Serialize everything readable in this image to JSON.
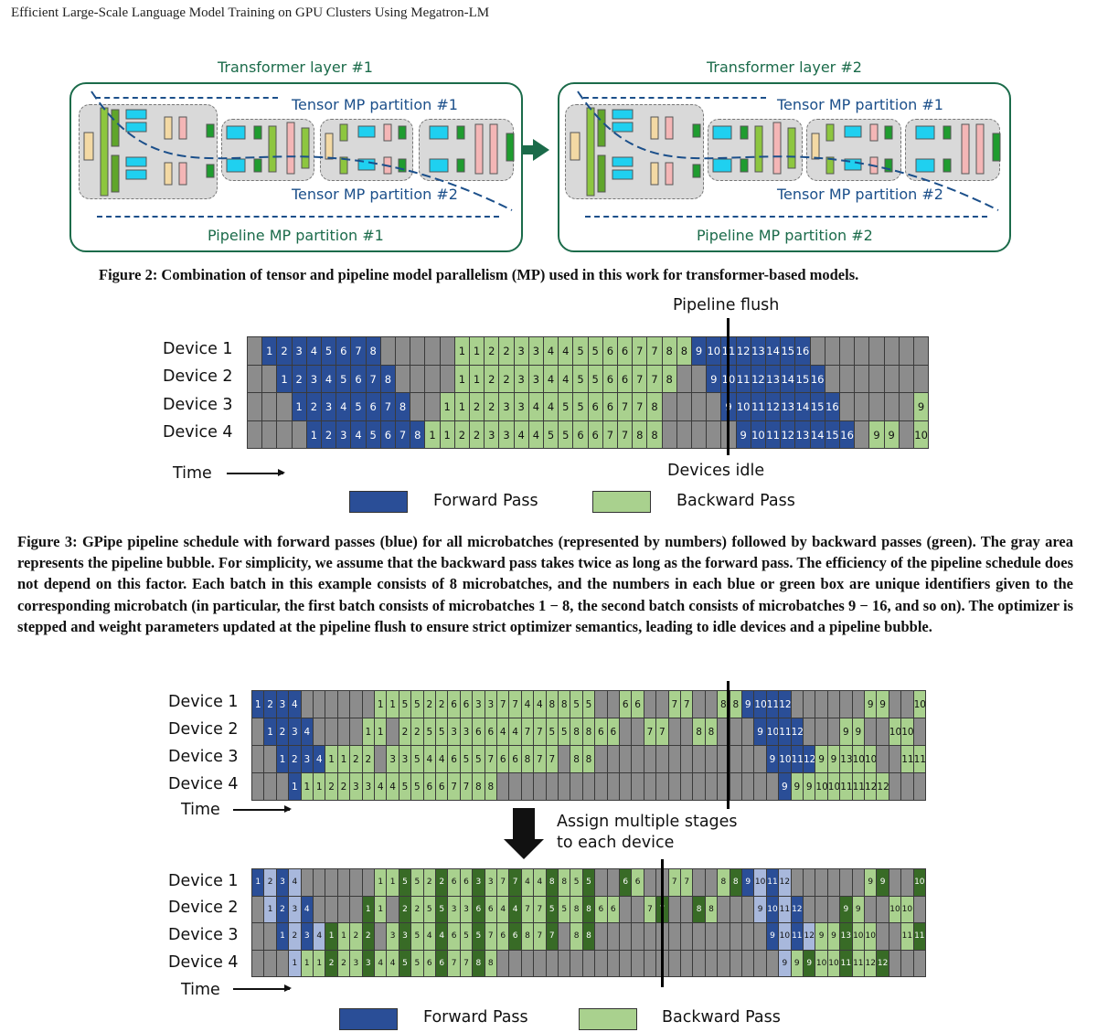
{
  "running_head": "Efficient Large-Scale Language Model Training on GPU Clusters Using Megatron-LM",
  "figure2": {
    "transformer_layer_1": "Transformer layer #1",
    "transformer_layer_2": "Transformer layer #2",
    "tensor_partition_1": "Tensor MP partition #1",
    "tensor_partition_2": "Tensor MP partition #2",
    "pipeline_partition_1": "Pipeline MP partition #1",
    "pipeline_partition_2": "Pipeline MP partition #2",
    "caption": "Figure 2: Combination of tensor and pipeline model parallelism (MP) used in this work for transformer-based models."
  },
  "figure3": {
    "pipeline_flush": "Pipeline flush",
    "devices_idle": "Devices idle",
    "time": "Time",
    "devices": [
      "Device 1",
      "Device 2",
      "Device 3",
      "Device 4"
    ],
    "legend_forward": "Forward Pass",
    "legend_backward": "Backward Pass",
    "caption": "Figure 3: GPipe pipeline schedule with forward passes (blue) for all microbatches (represented by numbers) followed by backward passes (green). The gray area represents the pipeline bubble. For simplicity, we assume that the backward pass takes twice as long as the forward pass. The efficiency of the pipeline schedule does not depend on this factor. Each batch in this example consists of 8 microbatches, and the numbers in each blue or green box are unique identifiers given to the corresponding microbatch (in particular, the first batch consists of microbatches 1 − 8, the second batch consists of microbatches 9 − 16, and so on). The optimizer is stepped and weight parameters updated at the pipeline flush to ensure strict optimizer semantics, leading to idle devices and a pipeline bubble.",
    "rows": [
      [
        "i",
        "F1",
        "F2",
        "F3",
        "F4",
        "F5",
        "F6",
        "F7",
        "F8",
        "i",
        "i",
        "i",
        "i",
        "i",
        "B1",
        "B1",
        "B2",
        "B2",
        "B3",
        "B3",
        "B4",
        "B4",
        "B5",
        "B5",
        "B6",
        "B6",
        "B7",
        "B7",
        "B8",
        "B8",
        "F9",
        "F10",
        "F11",
        "F12",
        "F13",
        "F14",
        "F15",
        "F16",
        "i",
        "i",
        "i",
        "i",
        "i",
        "i",
        "i",
        "i"
      ],
      [
        "i",
        "i",
        "F1",
        "F2",
        "F3",
        "F4",
        "F5",
        "F6",
        "F7",
        "F8",
        "i",
        "i",
        "i",
        "i",
        "B1",
        "B1",
        "B2",
        "B2",
        "B3",
        "B3",
        "B4",
        "B4",
        "B5",
        "B5",
        "B6",
        "B6",
        "B7",
        "B7",
        "B8",
        "i",
        "i",
        "F9",
        "F10",
        "F11",
        "F12",
        "F13",
        "F14",
        "F15",
        "F16",
        "i",
        "i",
        "i",
        "i",
        "i",
        "i",
        "i"
      ],
      [
        "i",
        "i",
        "i",
        "F1",
        "F2",
        "F3",
        "F4",
        "F5",
        "F6",
        "F7",
        "F8",
        "i",
        "i",
        "B1",
        "B1",
        "B2",
        "B2",
        "B3",
        "B3",
        "B4",
        "B4",
        "B5",
        "B5",
        "B6",
        "B6",
        "B7",
        "B7",
        "B8",
        "i",
        "i",
        "i",
        "i",
        "F9",
        "F10",
        "F11",
        "F12",
        "F13",
        "F14",
        "F15",
        "F16",
        "i",
        "i",
        "i",
        "i",
        "i",
        "B9"
      ],
      [
        "i",
        "i",
        "i",
        "i",
        "F1",
        "F2",
        "F3",
        "F4",
        "F5",
        "F6",
        "F7",
        "F8",
        "B1",
        "B1",
        "B2",
        "B2",
        "B3",
        "B3",
        "B4",
        "B4",
        "B5",
        "B5",
        "B6",
        "B6",
        "B7",
        "B7",
        "B8",
        "B8",
        "i",
        "i",
        "i",
        "i",
        "i",
        "F9",
        "F10",
        "F11",
        "F12",
        "F13",
        "F14",
        "F15",
        "F16",
        "i",
        "B9",
        "B9",
        "i",
        "B10"
      ]
    ]
  },
  "figure4": {
    "time": "Time",
    "devices": [
      "Device 1",
      "Device 2",
      "Device 3",
      "Device 4"
    ],
    "assign_line_1": "Assign multiple stages",
    "assign_line_2": "to each device",
    "legend_forward": "Forward Pass",
    "legend_backward": "Backward Pass",
    "top_rows": [
      [
        "F1",
        "F2",
        "F3",
        "F4",
        "i",
        "i",
        "i",
        "i",
        "i",
        "i",
        "B1",
        "B1",
        "B5",
        "B5",
        "B2",
        "B2",
        "B6",
        "B6",
        "B3",
        "B3",
        "B7",
        "B7",
        "B4",
        "B4",
        "B8",
        "B8",
        "B5",
        "B5",
        "i",
        "i",
        "B6",
        "B6",
        "i",
        "i",
        "B7",
        "B7",
        "i",
        "i",
        "B8",
        "B8",
        "F9",
        "F10",
        "F11",
        "F12",
        "i",
        "i",
        "i",
        "i",
        "i",
        "i",
        "B9",
        "B9",
        "i",
        "i",
        "B10"
      ],
      [
        "i",
        "F1",
        "F2",
        "F3",
        "F4",
        "i",
        "i",
        "i",
        "i",
        "B1",
        "B1",
        "i",
        "B2",
        "B2",
        "B5",
        "B5",
        "B3",
        "B3",
        "B6",
        "B6",
        "B4",
        "B4",
        "B7",
        "B7",
        "B5",
        "B5",
        "B8",
        "B8",
        "B6",
        "B6",
        "i",
        "i",
        "B7",
        "B7",
        "i",
        "i",
        "B8",
        "B8",
        "i",
        "i",
        "i",
        "F9",
        "F10",
        "F11",
        "F12",
        "i",
        "i",
        "i",
        "B9",
        "B9",
        "i",
        "i",
        "B10",
        "B10",
        "i"
      ],
      [
        "i",
        "i",
        "F1",
        "F2",
        "F3",
        "F4",
        "B1",
        "B1",
        "B2",
        "B2",
        "i",
        "B3",
        "B3",
        "B5",
        "B4",
        "B4",
        "B6",
        "B5",
        "B5",
        "B7",
        "B6",
        "B6",
        "B8",
        "B7",
        "B7",
        "i",
        "B8",
        "B8",
        "i",
        "i",
        "i",
        "i",
        "i",
        "i",
        "i",
        "i",
        "i",
        "i",
        "i",
        "i",
        "i",
        "i",
        "F9",
        "F10",
        "F11",
        "F12",
        "B9",
        "B9",
        "B13",
        "B10",
        "B10",
        "i",
        "i",
        "B11",
        "B11"
      ],
      [
        "i",
        "i",
        "i",
        "F1",
        "B1",
        "B1",
        "B2",
        "B2",
        "B3",
        "B3",
        "B4",
        "B4",
        "B5",
        "B5",
        "B6",
        "B6",
        "B7",
        "B7",
        "B8",
        "B8",
        "i",
        "i",
        "i",
        "i",
        "i",
        "i",
        "i",
        "i",
        "i",
        "i",
        "i",
        "i",
        "i",
        "i",
        "i",
        "i",
        "i",
        "i",
        "i",
        "i",
        "i",
        "i",
        "i",
        "F9",
        "B9",
        "B9",
        "B10",
        "B10",
        "B11",
        "B11",
        "B12",
        "B12",
        "i",
        "i",
        "i"
      ]
    ]
  }
}
